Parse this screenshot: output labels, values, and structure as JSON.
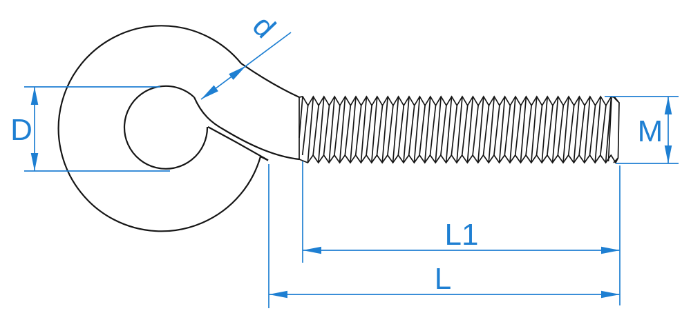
{
  "drawing": {
    "kind": "technical-drawing",
    "subject": "eye-bolt",
    "dimensions": {
      "wire_diameter": {
        "label": "d"
      },
      "eye_inner_diameter": {
        "label": "D"
      },
      "thread_diameter": {
        "label": "M"
      },
      "thread_length": {
        "label": "L1"
      },
      "overall_length": {
        "label": "L"
      }
    },
    "colors": {
      "dimension": "#1e7fd2",
      "outline": "#151515",
      "background": "#ffffff"
    }
  }
}
